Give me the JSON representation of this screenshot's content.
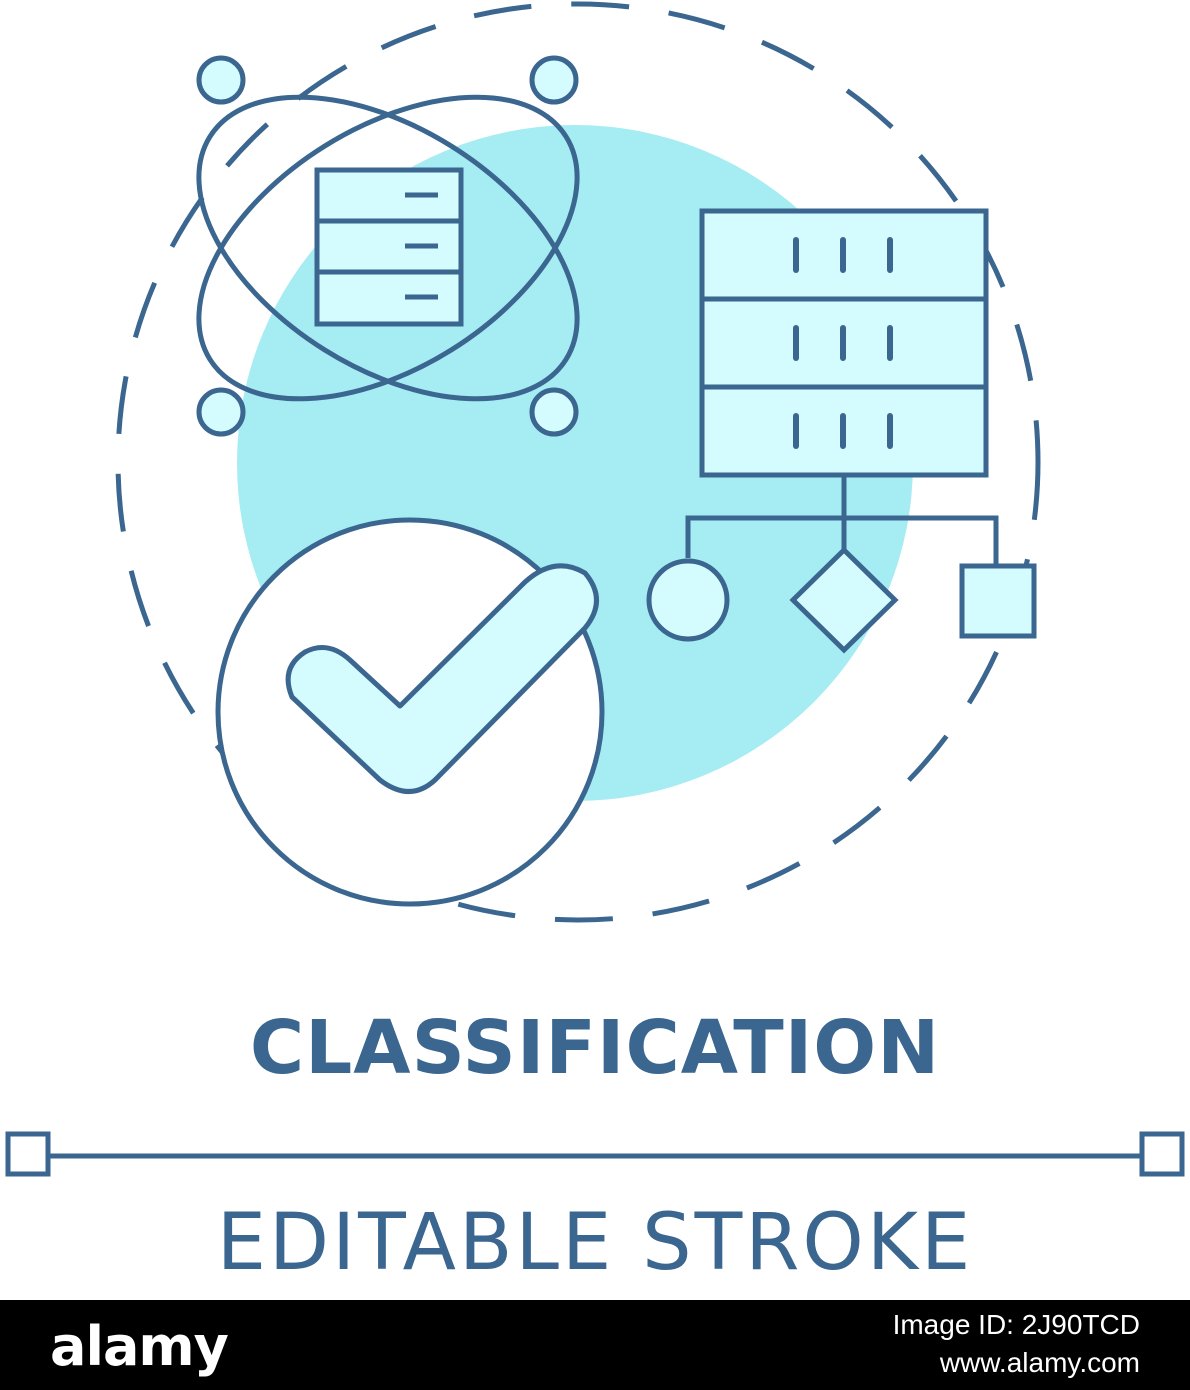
{
  "image": {
    "title": "CLASSIFICATION",
    "subtitle": "EDITABLE STROKE",
    "colors": {
      "stroke": "#3a6690",
      "accent_fill": "#a6ecf3",
      "light_fill": "#d4fbfd",
      "background": "#ffffff"
    },
    "icons": [
      "atom-database-icon",
      "server-rack-icon",
      "flowchart-icon",
      "checkmark-circle-icon"
    ]
  },
  "footer": {
    "logo": "alamy",
    "image_id_label": "Image ID: 2J90TCD",
    "url": "www.alamy.com"
  }
}
